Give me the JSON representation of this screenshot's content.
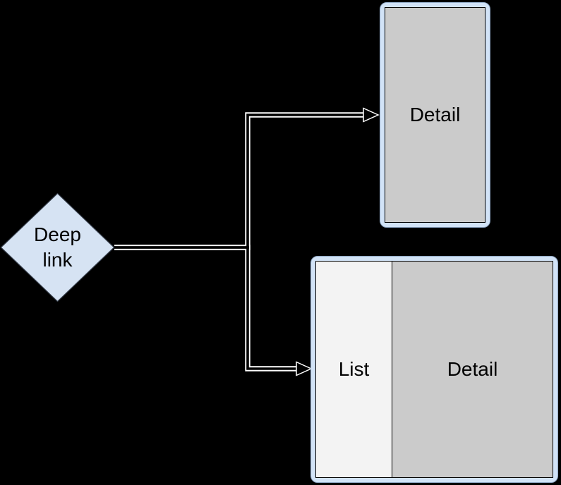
{
  "canvas": {
    "background": "#000000"
  },
  "nodes": {
    "deep_link": {
      "shape": "diamond",
      "label": "Deep link",
      "fill": "#d6e3f3",
      "stroke": "#39414e"
    },
    "detail_screen": {
      "shape": "screen",
      "label": "Detail",
      "frame_fill": "#d2e3f7",
      "content_fill": "#cbcbcb"
    },
    "list_detail_screen": {
      "shape": "split-screen",
      "frame_fill": "#d2e3f7",
      "panes": [
        {
          "label": "List",
          "fill": "#f3f3f3"
        },
        {
          "label": "Detail",
          "fill": "#cbcbcb"
        }
      ]
    }
  },
  "connectors": [
    {
      "from": "deep_link",
      "to": "detail_screen",
      "style": "double-line",
      "arrow": "open",
      "color": "#ffffff"
    },
    {
      "from": "deep_link",
      "to": "list_detail_screen",
      "style": "double-line",
      "arrow": "open",
      "color": "#ffffff"
    }
  ]
}
